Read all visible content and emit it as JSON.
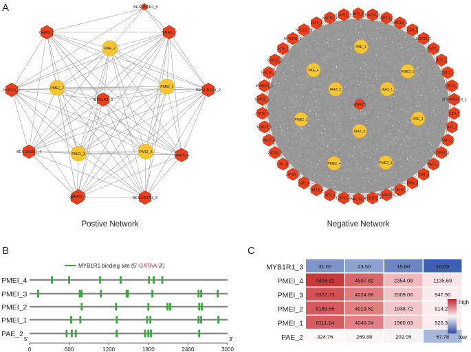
{
  "panels": {
    "a": "A",
    "b": "B",
    "c": "C"
  },
  "networks": {
    "positive": {
      "caption": "Postive Network",
      "hex_nodes": [
        "GRAS_3",
        "BES1/BZR1_5",
        "GRAS_2",
        "bZIP23_2",
        "MYB1R1_3",
        "BES1/BZR1_2",
        "BES1/BZR1_4",
        "GRAS_4",
        "GRAS_1",
        "BES1/BZR1_3",
        "GRAS_5"
      ],
      "circle_nodes": [
        "PAE_2",
        "PMEI_2",
        "PMEI_1",
        "PMEI_3",
        "PMEI_4"
      ]
    },
    "negative": {
      "caption": "Negative Network",
      "center_node": "WRKY3",
      "inner_nodes": [
        "PAE_1",
        "PAE_4",
        "PME3_3",
        "IAA3_2",
        "IAA3_1",
        "PME2_2",
        "IAA3_3",
        "PAE_3",
        "PME2_4",
        "PME2_1"
      ],
      "ring_nodes": [
        "AP2_3",
        "NAC25_3",
        "ZAT10_1",
        "NAC10_1",
        "C3H_2",
        "bZIP23_2",
        "NAC4_2",
        "AP2_1",
        "NAC2_3",
        "ZAT10_2",
        "SPB4/AN21N_1",
        "C3H_1",
        "AP2_2",
        "NAC2_2",
        "bZIP23_4",
        "NAC2_1",
        "C3H_3",
        "DRN_3",
        "MYB1R1_2",
        "SPB4/AN21N_3",
        "MYB1R1_4",
        "NAC10_3",
        "bZIP23_3",
        "AP2_4",
        "ZAT10_4",
        "C3H_4",
        "ZAT10_3",
        "C3H_2b",
        "ZAT10_5",
        "NAC2_4",
        "bZIP23_1",
        "ZAT10_6",
        "bZIP25_2",
        "MYB1R1_1",
        "NAC10_2",
        "bZIP22_2",
        "ZAT6_1",
        "MYB1R1_3",
        "NAC10_2b",
        "ZAT6_2",
        "NAC15_1",
        "bZIP22_1"
      ]
    }
  },
  "binding": {
    "legend": "MYB1R1 binding site (5'-",
    "legend_motif": "GATAA",
    "legend_tail": "-3')",
    "motif_color": "#e02020",
    "site_color": "#3aa83a",
    "end5": "5'",
    "end3": "3'",
    "axis_ticks": [
      "0",
      "600",
      "1200",
      "1800",
      "2400",
      "3000"
    ],
    "tick_values": [
      0,
      600,
      1200,
      1800,
      2400,
      3000
    ],
    "axis_max": 3000,
    "genes": [
      {
        "name": "PMEI_4",
        "sites": [
          340,
          600,
          1070,
          1380,
          1810,
          1880,
          2010
        ]
      },
      {
        "name": "PMEI_3",
        "sites": [
          130,
          760,
          790,
          1080,
          1470,
          1490,
          1860,
          2560,
          2600,
          2850
        ]
      },
      {
        "name": "PMEI_2",
        "sites": [
          790,
          1310,
          1800,
          2090,
          2130,
          2570,
          2610
        ]
      },
      {
        "name": "PMEI_1",
        "sites": [
          630,
          770,
          1320,
          1780,
          1830,
          2560,
          2600,
          2860
        ]
      },
      {
        "name": "PAE_2",
        "sites": [
          560,
          640,
          700,
          1320,
          1750,
          1800,
          1840,
          2570
        ]
      }
    ]
  },
  "heatmap": {
    "rows": [
      "MYB1R1_3",
      "PMEI_4",
      "PMEI_3",
      "PMEI_2",
      "PMEI_1",
      "PAE_2"
    ],
    "values": [
      [
        "31.07",
        "23.50",
        "15.60",
        "10.09"
      ],
      [
        "7408.82",
        "4597.82",
        "2354.08",
        "1135.69"
      ],
      [
        "6322.73",
        "4224.66",
        "2009.06",
        "947.90"
      ],
      [
        "6189.55",
        "4019.52",
        "1938.72",
        "914.25"
      ],
      [
        "6111.14",
        "4040.24",
        "1960.03",
        "926.33"
      ],
      [
        "324.76",
        "269.88",
        "202.05",
        "57.78"
      ]
    ],
    "colors": [
      [
        "#7f95c9",
        "#8ea2cf",
        "#6a85c2",
        "#3f5fb0"
      ],
      [
        "#c9393c",
        "#d8676a",
        "#f1b9bd",
        "#fbe3e6"
      ],
      [
        "#d45256",
        "#df7a7e",
        "#f3c5c9",
        "#fcebed"
      ],
      [
        "#d65a5e",
        "#e0807f",
        "#f3c6ca",
        "#fcecee"
      ],
      [
        "#d75c60",
        "#e08084",
        "#f3c6ca",
        "#fcecee"
      ],
      [
        "#fdf7f7",
        "#fbf6f6",
        "#f5f3f6",
        "#a7b8dc"
      ]
    ],
    "legend_high": "high",
    "legend_low": "low",
    "legend_high_color": "#c81e2a",
    "legend_low_color": "#2c4aa6"
  }
}
